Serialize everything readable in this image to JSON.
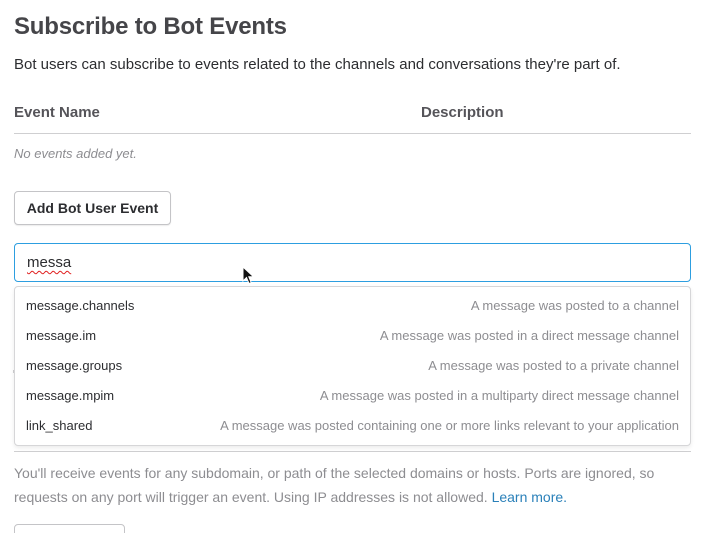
{
  "section": {
    "title": "Subscribe to Bot Events",
    "subtitle": "Bot users can subscribe to events related to the channels and conversations they're part of."
  },
  "events_table": {
    "columns": [
      "Event Name",
      "Description"
    ],
    "empty_text": "No events added yet."
  },
  "add_button": {
    "label": "Add Bot User Event"
  },
  "search": {
    "value": "messa"
  },
  "dropdown": {
    "options": [
      {
        "name": "message.channels",
        "description": "A message was posted to a channel"
      },
      {
        "name": "message.im",
        "description": "A message was posted in a direct message channel"
      },
      {
        "name": "message.groups",
        "description": "A message was posted to a private channel"
      },
      {
        "name": "message.mpim",
        "description": "A message was posted in a multiparty direct message channel"
      },
      {
        "name": "link_shared",
        "description": "A message was posted containing one or more links relevant to your application"
      }
    ]
  },
  "domains_note": {
    "text": "You'll receive events for any subdomain, or path of the selected domains or hosts. Ports are ignored, so requests on any port will trigger an event. Using IP addresses is not allowed. ",
    "link_label": "Learn more."
  },
  "colors": {
    "focus_border": "#2d9ee0",
    "link": "#2a80b9",
    "muted_text": "#8d8d91",
    "spellcheck_underline": "#e01e1e"
  },
  "icons": {
    "cursor": "mouse-pointer-icon"
  }
}
